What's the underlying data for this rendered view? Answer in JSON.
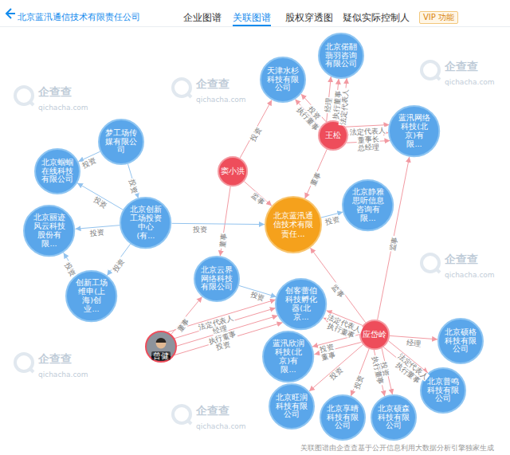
{
  "diagram": {
    "title": "北京蓝汛通信技术有限责任公司",
    "caption": "关联图谱由企查查基于公开信息利用大数据分析引擎独家生成",
    "nodes": [
      {
        "text": [
          "北京偌翮翡羽咨询有限公司"
        ]
      },
      {
        "text": [
          "天津水杉科技有限公司"
        ]
      },
      {
        "text": [
          "王松"
        ]
      },
      {
        "text": [
          "蓝汛网络科技(北京)有限..."
        ]
      },
      {
        "text": [
          "梦工场传媒有限公司"
        ]
      },
      {
        "text": [
          "窦小洪"
        ]
      },
      {
        "text": [
          "北京蝈蝈在线科技有限公司"
        ]
      },
      {
        "text": [
          "北京静雅思听信息咨询有限..."
        ]
      },
      {
        "text": [
          "北京创新工场投资中心(有..."
        ]
      },
      {
        "text": [
          "北京蓝汛通信技术有限责任..."
        ]
      },
      {
        "text": [
          "北京丽迹风云科技股份有限..."
        ]
      },
      {
        "text": [
          "北京云界网络科技有限公司"
        ]
      },
      {
        "text": [
          "创新工场维申(上海)创业..."
        ]
      },
      {
        "text": [
          "创客蕾伯科技孵化器(北京..."
        ]
      },
      {
        "text": [
          "应岱岭"
        ]
      },
      {
        "text": [
          "曾健"
        ]
      },
      {
        "text": [
          "北京硕格科技有限公司"
        ]
      },
      {
        "text": [
          "蓝汛欣润科技(北京)有限..."
        ]
      },
      {
        "text": [
          "北京普鸣科技有限公司"
        ]
      },
      {
        "text": [
          "北京旺润科技有限公司"
        ]
      },
      {
        "text": [
          "北京硕森科技有限公司"
        ]
      },
      {
        "text": [
          "北京享晴科技有限公司"
        ]
      }
    ],
    "edges": [
      {
        "from": 5,
        "to": 1,
        "label": "投资",
        "arrow": "to"
      },
      {
        "from": 2,
        "to": 1,
        "label": "投资",
        "arrow": "to"
      },
      {
        "from": 2,
        "to": 1,
        "label": "执行董事",
        "arrow": "to"
      },
      {
        "from": 2,
        "to": 0,
        "label": "法定代表人",
        "arrow": "to"
      },
      {
        "from": 2,
        "to": 0,
        "label": "执行董事",
        "arrow": "to"
      },
      {
        "from": 2,
        "to": 0,
        "label": "经理",
        "arrow": "to"
      },
      {
        "from": 2,
        "to": 3,
        "label": "法定代表人",
        "arrow": "to"
      },
      {
        "from": 2,
        "to": 3,
        "label": "董事长",
        "arrow": "to"
      },
      {
        "from": 2,
        "to": 3,
        "label": "总经理",
        "arrow": "to"
      },
      {
        "from": 2,
        "to": 9,
        "label": "董事",
        "arrow": "to"
      },
      {
        "from": 5,
        "to": 9,
        "label": "监事",
        "arrow": "to"
      },
      {
        "from": 5,
        "to": 11,
        "label": "董事",
        "arrow": "to"
      },
      {
        "from": 4,
        "to": 6,
        "label": "投资",
        "arrow": "to"
      },
      {
        "from": 4,
        "to": 8,
        "label": "投资",
        "arrow": "to"
      },
      {
        "from": 8,
        "to": 6,
        "label": "投资",
        "arrow": "to"
      },
      {
        "from": 8,
        "to": 10,
        "label": "投资",
        "arrow": "to"
      },
      {
        "from": 8,
        "to": 12,
        "label": "投资",
        "arrow": "to"
      },
      {
        "from": 12,
        "to": 10,
        "label": "投资",
        "arrow": "to"
      },
      {
        "from": 8,
        "to": 9,
        "label": "投资",
        "arrow": "to"
      },
      {
        "from": 9,
        "to": 7,
        "label": "投资",
        "arrow": "to"
      },
      {
        "from": 14,
        "to": 3,
        "label": "监事",
        "arrow": "to"
      },
      {
        "from": 14,
        "to": 9,
        "label": "监事",
        "arrow": "to"
      },
      {
        "from": 14,
        "to": 13,
        "label": "法定代表人",
        "arrow": "to"
      },
      {
        "from": 14,
        "to": 13,
        "label": "执行董事",
        "arrow": "to"
      },
      {
        "from": 11,
        "to": 13,
        "label": "投资",
        "arrow": "to"
      },
      {
        "from": 15,
        "to": 11,
        "label": "董事",
        "arrow": "to"
      },
      {
        "from": 15,
        "to": 13,
        "label": "投资",
        "arrow": "to"
      },
      {
        "from": 15,
        "to": 13,
        "label": "执行董事",
        "arrow": "to"
      },
      {
        "from": 15,
        "to": 13,
        "label": "经理",
        "arrow": "to"
      },
      {
        "from": 15,
        "to": 13,
        "label": "法定代表人",
        "arrow": "to"
      },
      {
        "from": 14,
        "to": 17,
        "label": "董事",
        "arrow": "to"
      },
      {
        "from": 14,
        "to": 17,
        "label": "投资",
        "arrow": "to"
      },
      {
        "from": 14,
        "to": 19,
        "label": "投资",
        "arrow": "to"
      },
      {
        "from": 14,
        "to": 21,
        "label": "投资",
        "arrow": "to"
      },
      {
        "from": 14,
        "to": 20,
        "label": "投资",
        "arrow": "to"
      },
      {
        "from": 14,
        "to": 20,
        "label": "执行董事",
        "arrow": "to"
      },
      {
        "from": 14,
        "to": 18,
        "label": "法定代表人",
        "arrow": "to"
      },
      {
        "from": 14,
        "to": 18,
        "label": "执行董事",
        "arrow": "to"
      },
      {
        "from": 14,
        "to": 16,
        "label": "经理",
        "arrow": "to"
      }
    ],
    "labels": [
      "企业图谱",
      "关联图谱",
      "股权穿透图",
      "疑似实际控制人",
      "VIP 功能",
      "企查查",
      "qichacha.com",
      "企查查",
      "qichacha.com",
      "企查查",
      "qichacha.com",
      "企查查",
      "qichacha.com",
      "企查查",
      "qichacha.com",
      "企查查",
      "qichacha.com"
    ]
  }
}
